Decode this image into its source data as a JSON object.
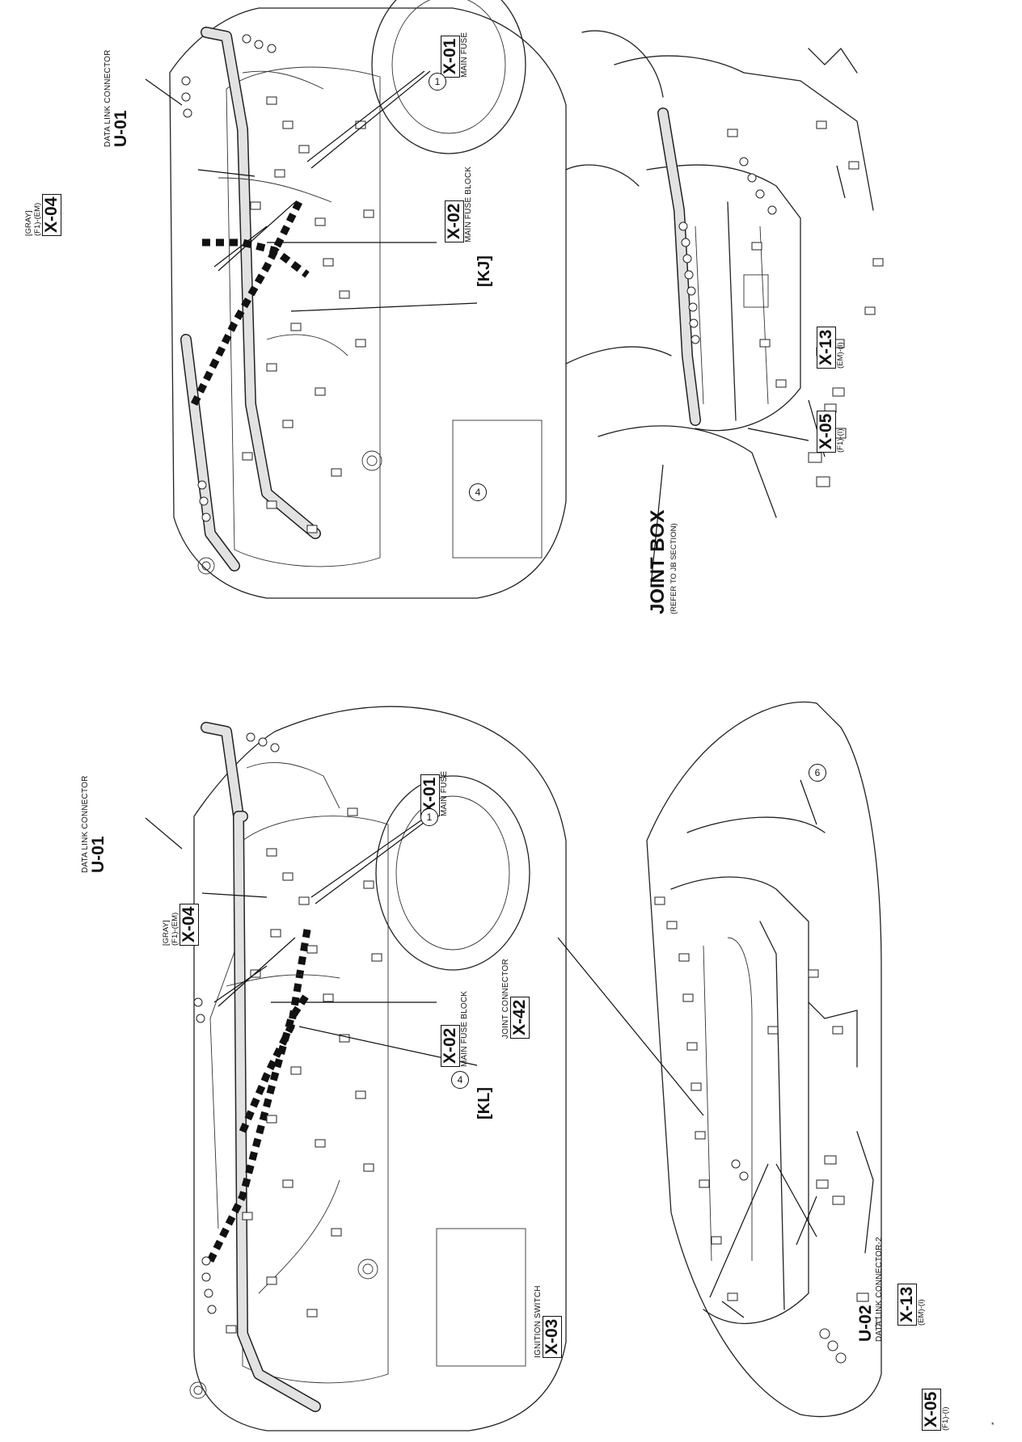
{
  "views": {
    "kl": "[KL]",
    "kj": "[KJ]"
  },
  "top_left": {
    "u01": {
      "caption": "DATA LINK CONNECTOR",
      "code": "U-01"
    },
    "x04": {
      "note1": "[GRAY]",
      "note2": "(F1)-(EM)",
      "code": "X-04"
    },
    "x01": {
      "code": "X-01",
      "caption": "MAIN FUSE"
    },
    "x02": {
      "code": "X-02",
      "caption": "MAIN FUSE BLOCK"
    },
    "callout_1": "1",
    "callout_4": "4"
  },
  "top_right": {
    "u01": {
      "caption": "DATA LINK CONNECTOR",
      "code": "U-01"
    },
    "x04": {
      "note1": "[GRAY]",
      "note2": "(F1)-(EM)",
      "code": "X-04"
    },
    "x01": {
      "code": "X-01",
      "caption": "MAIN FUSE"
    },
    "x02": {
      "code": "X-02",
      "caption": "MAIN FUSE BLOCK"
    },
    "callout_1": "1",
    "callout_4": "4"
  },
  "bottom_left": {
    "x03": {
      "caption": "IGNITION SWITCH",
      "code": "X-03"
    },
    "x42": {
      "caption": "JOINT CONNECTOR",
      "code": "X-42"
    },
    "x05": {
      "code": "X-05",
      "sub": "(F1)-(I)"
    },
    "u02": {
      "code": "U-02",
      "caption": "DATA LINK CONNECTOR-2"
    },
    "x13": {
      "code": "X-13",
      "sub": "(EM)-(I)"
    },
    "callout_6": "6",
    "mark": "*"
  },
  "bottom_right": {
    "joint_box": {
      "title": "JOINT BOX",
      "sub": "(REFER TO JB SECTION)"
    },
    "x05": {
      "code": "X-05",
      "sub": "(F1)-(I)"
    },
    "x13": {
      "code": "X-13",
      "sub": "(EM)-(I)"
    }
  }
}
